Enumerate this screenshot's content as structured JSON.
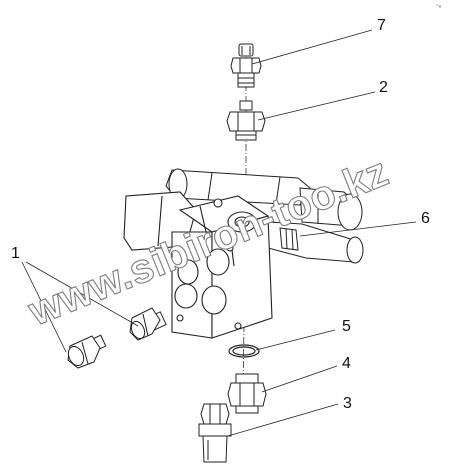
{
  "callouts": {
    "c1": "1",
    "c2": "2",
    "c3": "3",
    "c4": "4",
    "c5": "5",
    "c6": "6",
    "c7": "7"
  },
  "watermark": "www.sibiron-too.kz",
  "corner_mark": "°•"
}
